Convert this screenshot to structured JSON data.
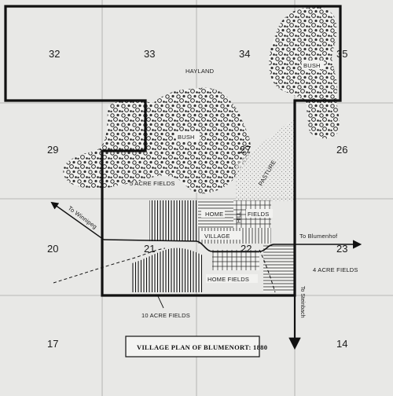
{
  "map": {
    "title": "VILLAGE PLAN OF BLUMENORT: 1880",
    "sections": [
      "32",
      "33",
      "34",
      "35",
      "29",
      "27",
      "26",
      "20",
      "21",
      "22",
      "23",
      "17",
      "14"
    ],
    "areas": {
      "hayland": "HAYLAND",
      "bush_main": "BUSH",
      "bush_ne": "BUSH",
      "pasture": "PASTURE",
      "five_acre_fields": "5 ACRE FIELDS",
      "home_fields_top": "HOME",
      "hill": "HILL",
      "fields_top": "FIELDS",
      "village": "VILLAGE",
      "home_fields_bottom": "HOME FIELDS",
      "ten_acre_fields": "10 ACRE FIELDS",
      "four_acre_fields": "4 ACRE FIELDS"
    },
    "directions": {
      "winnipeg": "To Winnipeg",
      "blumenhof": "To Blumenhof",
      "steinbach": "To Steinbach"
    }
  }
}
